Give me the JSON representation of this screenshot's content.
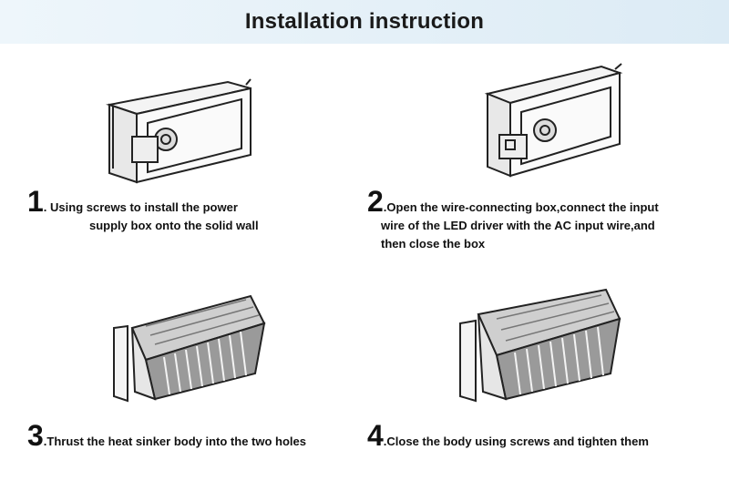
{
  "header": {
    "title": "Installation instruction"
  },
  "steps": [
    {
      "number": "1",
      "text_line1": ". Using screws to install the power",
      "text_line2": "supply box onto the solid wall"
    },
    {
      "number": "2",
      "text_line1": ".Open the wire-connecting box,connect the input",
      "text_line2": "wire of the LED driver with the AC input wire,and",
      "text_line3": "then close the box"
    },
    {
      "number": "3",
      "text_line1": ".Thrust the heat sinker body into the two holes"
    },
    {
      "number": "4",
      "text_line1": ".Close the body using screws and tighten them"
    }
  ],
  "colors": {
    "header_bg": "#dcebf5",
    "line_art": "#222222",
    "fin_gray": "#9a9a9a"
  }
}
